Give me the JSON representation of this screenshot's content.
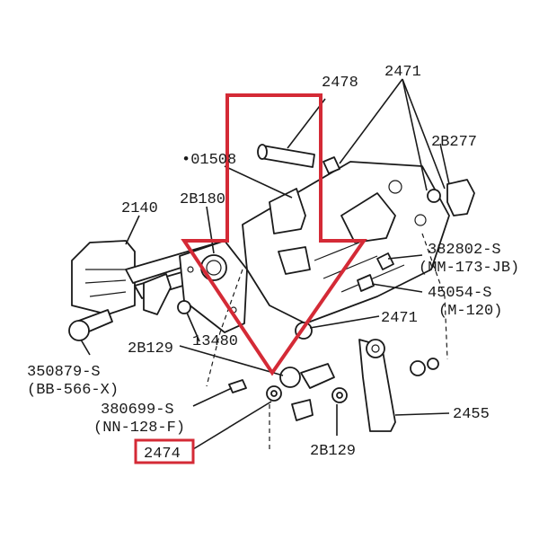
{
  "labels": {
    "l2478": "2478",
    "l2471_top": "2471",
    "l2B277": "2B277",
    "l01508": "•01508",
    "l2B180": "2B180",
    "l2140": "2140",
    "l382802": "382802-S",
    "lMM173": "(MM-173-JB)",
    "l45054": "45054-S",
    "lM120": "(M-120)",
    "l2471_mid": "2471",
    "l13480": "13480",
    "l2B129_left": "2B129",
    "l350879": "350879-S",
    "lBB566": "(BB-566-X)",
    "l380699": "380699-S",
    "lNN128": "(NN-128-F)",
    "l2474": "2474",
    "l2455": "2455",
    "l2B129_bottom": "2B129"
  },
  "colors": {
    "highlight": "#d42a36",
    "ink": "#1a1a1a"
  },
  "highlighted_label": "2474",
  "arrow_direction": "down"
}
